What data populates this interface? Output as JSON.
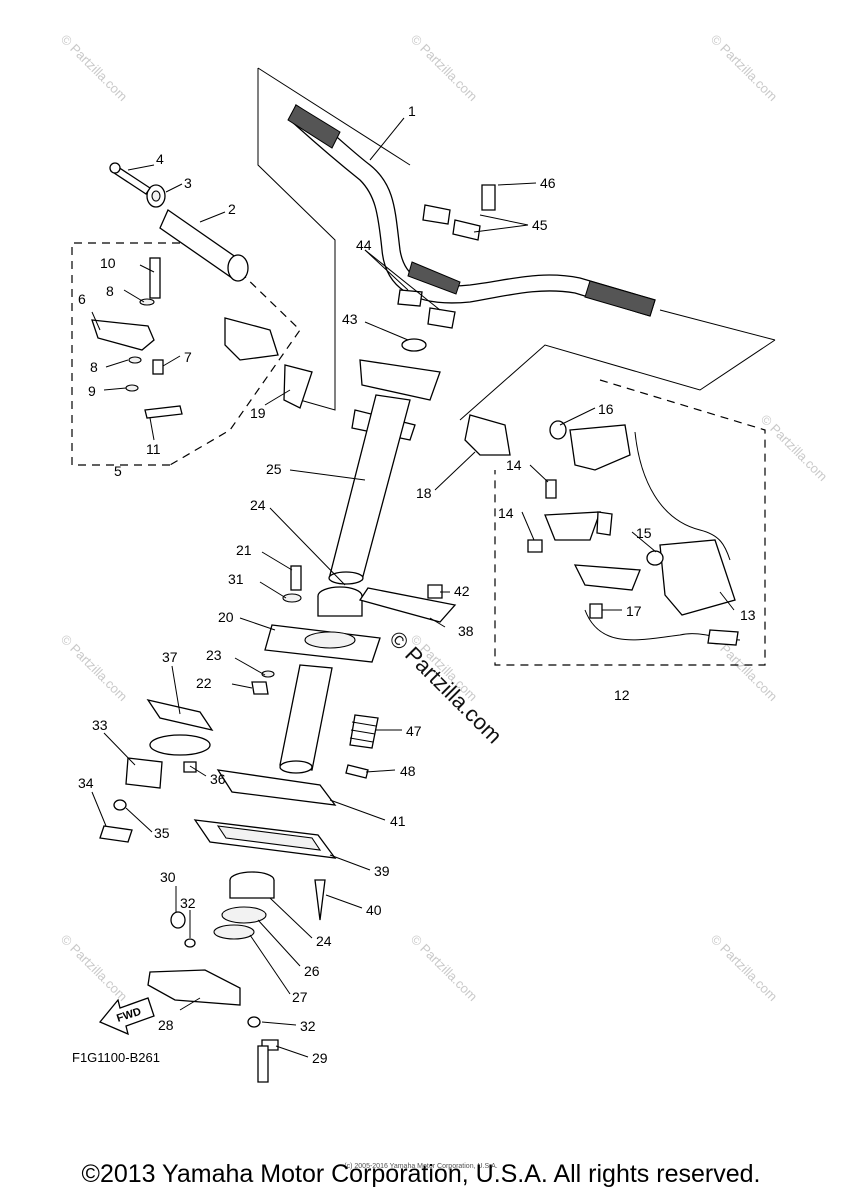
{
  "diagram": {
    "code": "F1G1100-B261",
    "fwd_label": "FWD",
    "watermark_main": "© Partzilla.com",
    "watermark_tile": "© Partzilla.com",
    "copyright": "©2013 Yamaha Motor Corporation, U.S.A. All rights reserved.",
    "copyright_small": "(c) 2005-2016 Yamaha Motor Corporation, U.S.A.",
    "labels": [
      "1",
      "2",
      "3",
      "4",
      "5",
      "6",
      "7",
      "8",
      "8",
      "9",
      "10",
      "11",
      "12",
      "13",
      "14",
      "14",
      "15",
      "16",
      "17",
      "18",
      "19",
      "20",
      "21",
      "22",
      "23",
      "24",
      "24",
      "25",
      "26",
      "27",
      "28",
      "29",
      "30",
      "31",
      "32",
      "32",
      "33",
      "34",
      "35",
      "36",
      "37",
      "38",
      "39",
      "40",
      "41",
      "42",
      "43",
      "44",
      "45",
      "46",
      "47",
      "48"
    ]
  }
}
